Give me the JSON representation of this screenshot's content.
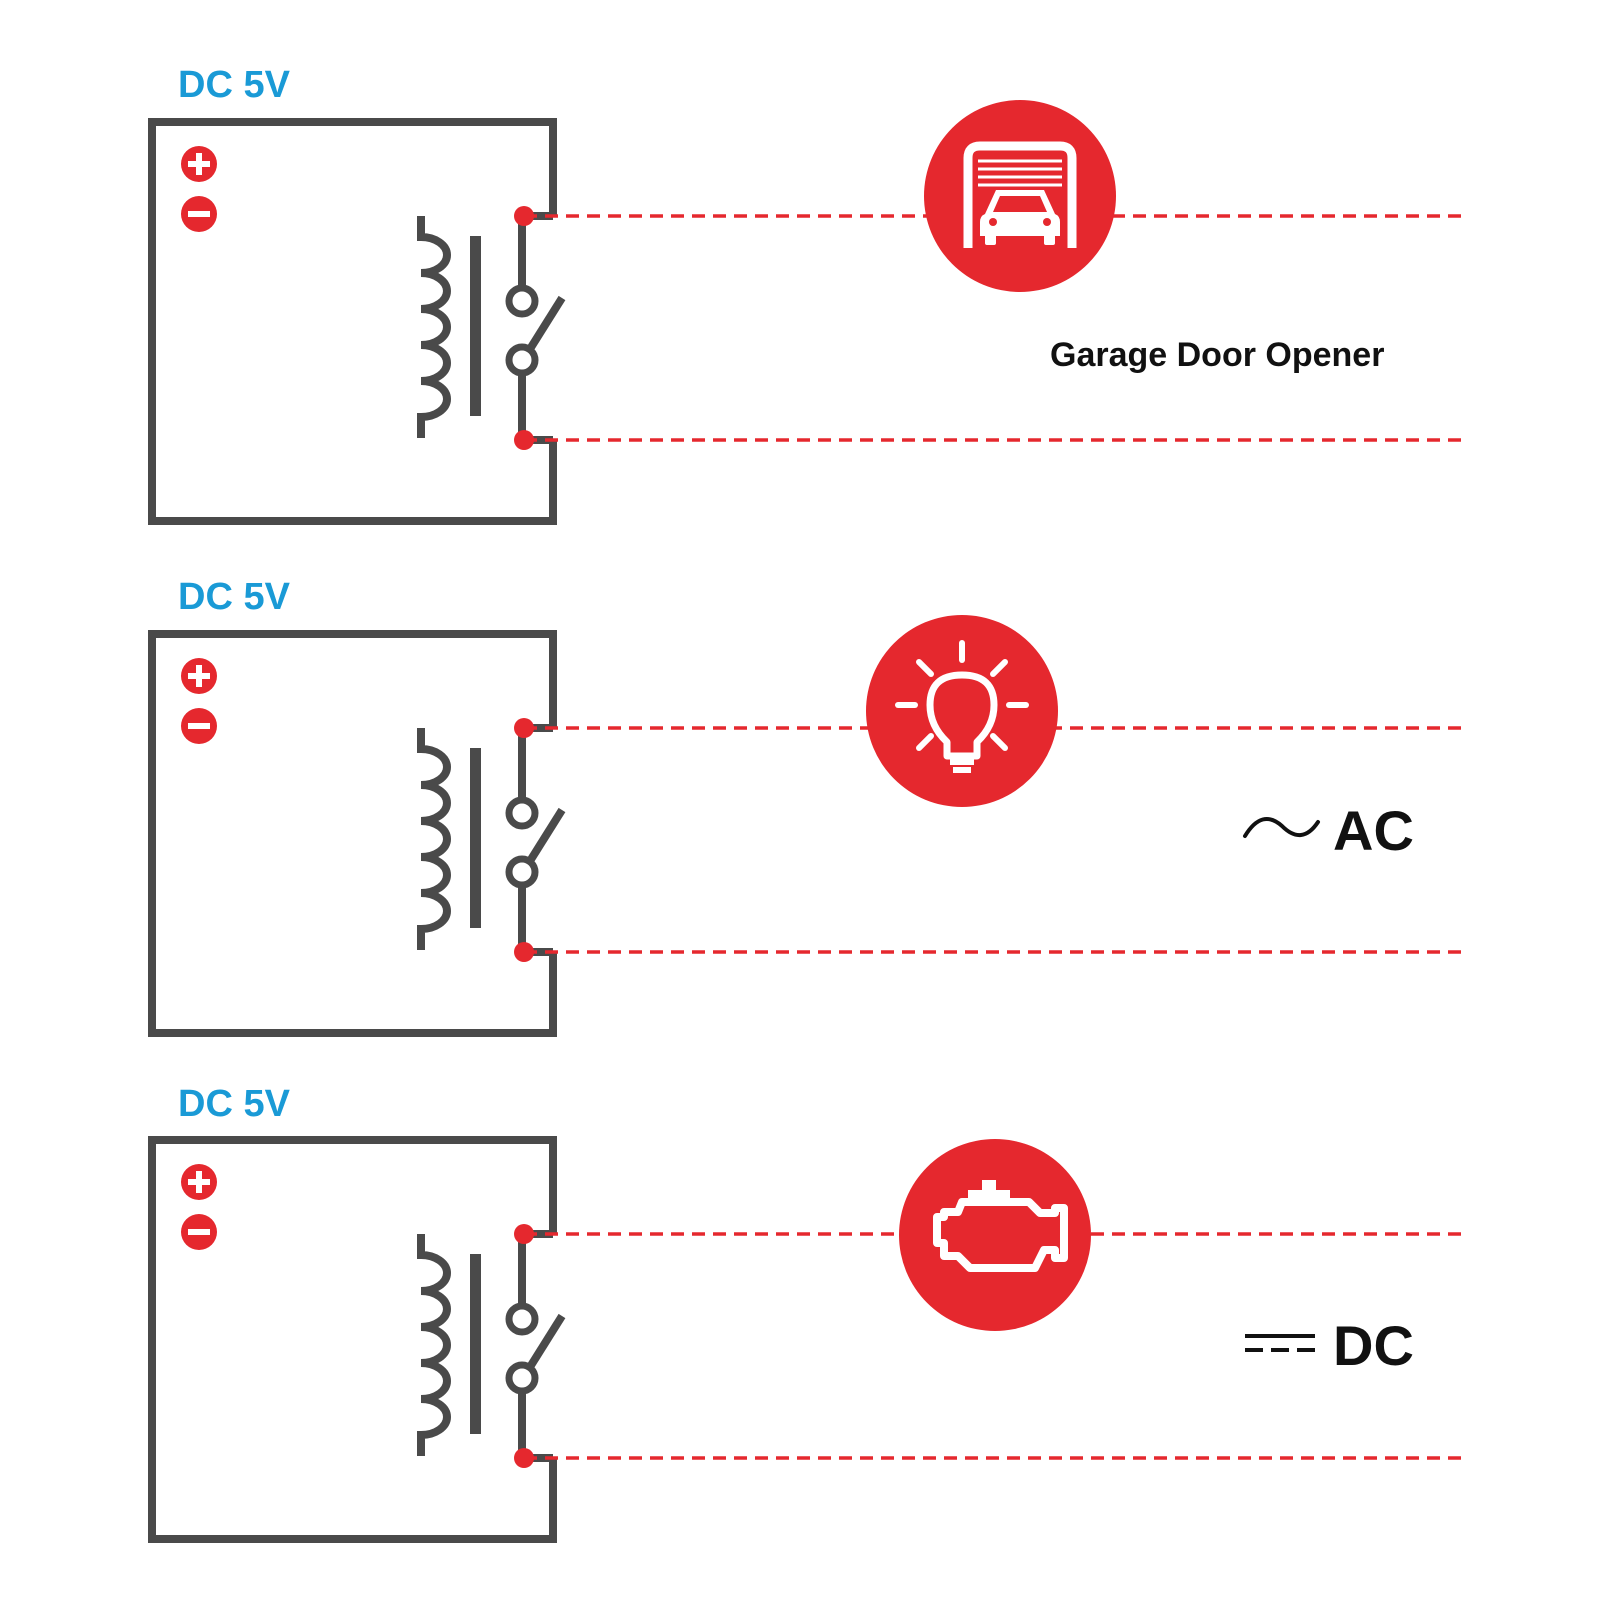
{
  "colors": {
    "accent_red": "#e5282e",
    "dc_label_blue": "#1a9ad6",
    "line_gray": "#4a4a4a",
    "text_dark": "#111111"
  },
  "panels": [
    {
      "supply_label": "DC 5V",
      "load_icon": "garage-car-icon",
      "load_text": "Garage Door Opener",
      "current_symbol": ""
    },
    {
      "supply_label": "DC 5V",
      "load_icon": "light-bulb-icon",
      "load_text": "AC",
      "current_symbol": "ac-wave-icon"
    },
    {
      "supply_label": "DC 5V",
      "load_icon": "engine-icon",
      "load_text": "DC",
      "current_symbol": "dc-lines-icon"
    }
  ]
}
